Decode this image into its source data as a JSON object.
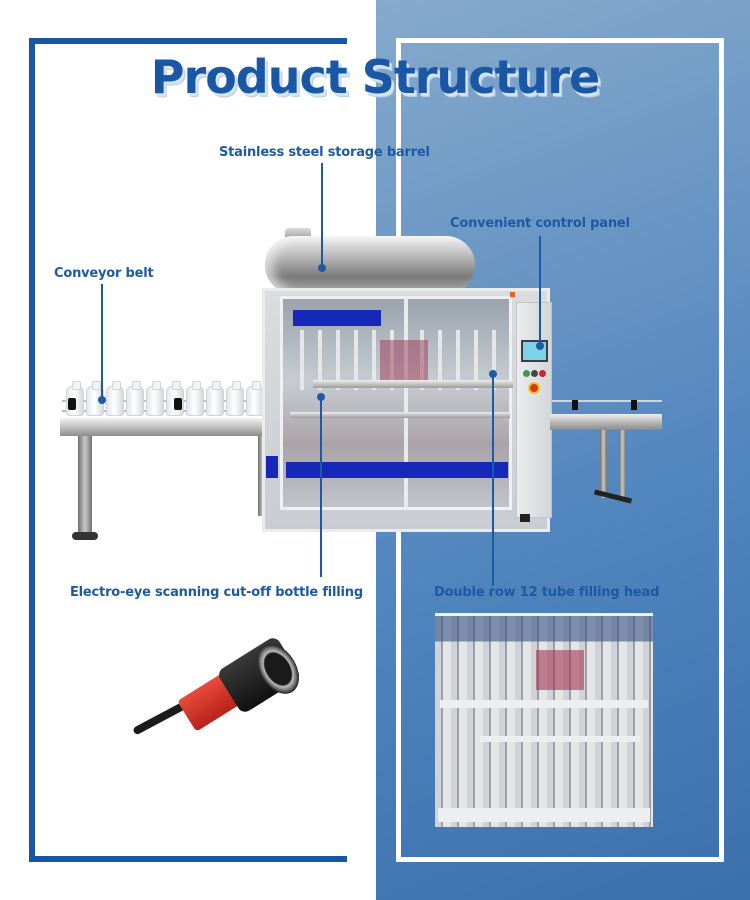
{
  "page": {
    "title": "Product Structure",
    "colors": {
      "title_blue": "#1a58a6",
      "label_blue": "#1d5aa4",
      "frame_blue": "#1656a3",
      "panel_gradient_start": "#86aacd",
      "panel_gradient_end": "#3b70ae",
      "machine_band_blue": "#1628b8",
      "sensor_red": "#d8352a"
    }
  },
  "callouts": [
    {
      "id": "storage-barrel",
      "label": "Stainless steel storage barrel"
    },
    {
      "id": "control-panel",
      "label": "Convenient control panel"
    },
    {
      "id": "conveyor-belt",
      "label": "Conveyor belt"
    },
    {
      "id": "electro-eye",
      "label": "Electro-eye scanning cut-off bottle filling"
    },
    {
      "id": "filling-head",
      "label": "Double row 12 tube filling head"
    }
  ],
  "images": {
    "main_machine": "automatic-liquid-filling-machine",
    "sensor": "electro-eye-photoelectric-sensor",
    "detail": "filling-head-closeup"
  }
}
